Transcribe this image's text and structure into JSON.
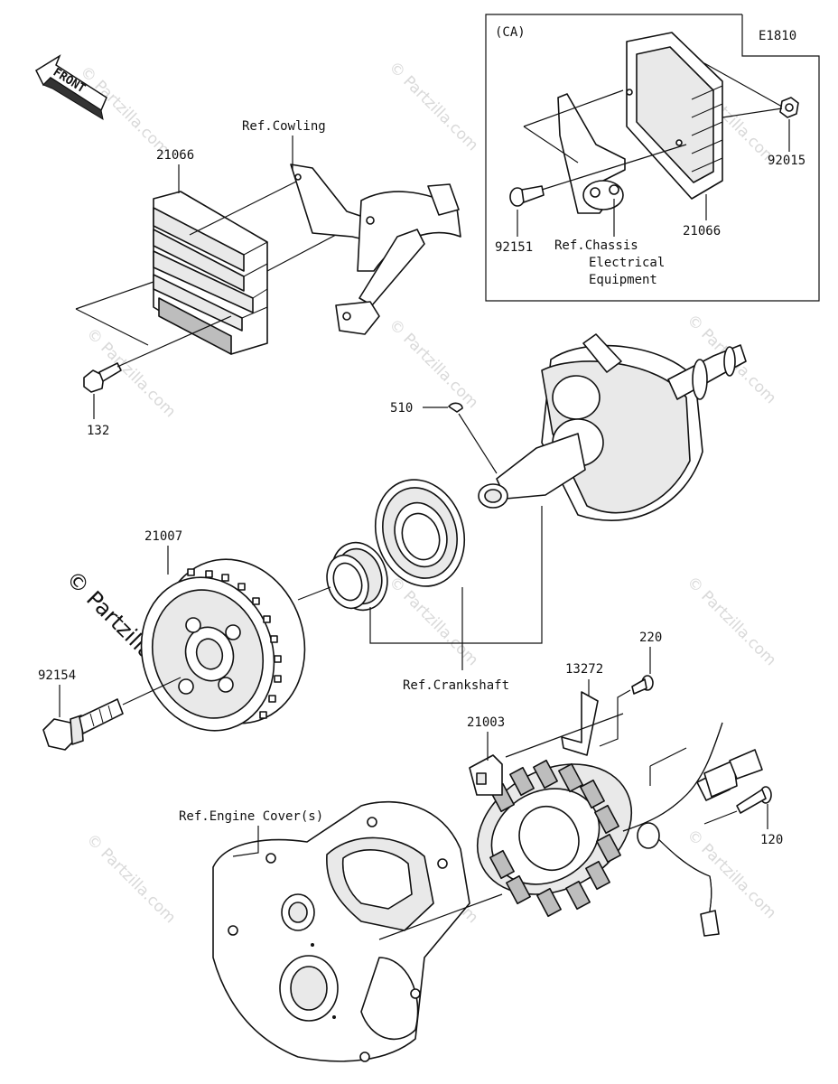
{
  "diagram": {
    "code": "E1810",
    "inset_label": "(CA)",
    "front_label": "FRONT",
    "watermark": "© Partzilla.com"
  },
  "labels": {
    "p21066_main": "21066",
    "ref_cowling": "Ref.Cowling",
    "p132": "132",
    "p510": "510",
    "p21007": "21007",
    "p92154": "92154",
    "ref_crankshaft": "Ref.Crankshaft",
    "p220": "220",
    "p13272": "13272",
    "p21003": "21003",
    "p120": "120",
    "ref_engine_cover": "Ref.Engine Cover(s)",
    "inset_92151": "92151",
    "inset_92015": "92015",
    "inset_21066": "21066",
    "inset_ref_chassis_1": "Ref.Chassis",
    "inset_ref_chassis_2": "Electrical",
    "inset_ref_chassis_3": "Equipment"
  }
}
